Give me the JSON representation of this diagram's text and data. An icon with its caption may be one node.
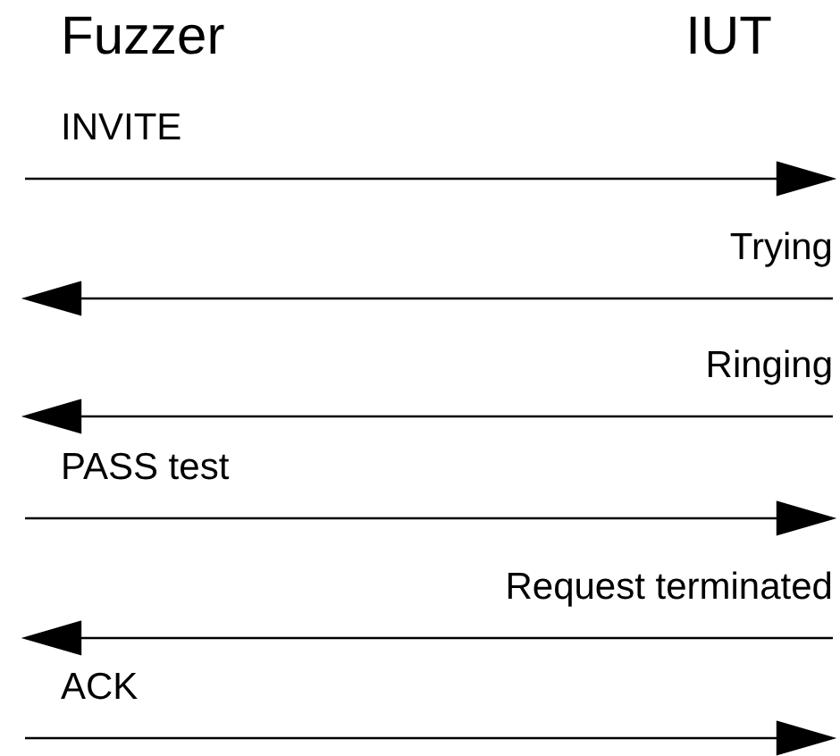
{
  "diagram": {
    "labels": [
      "Fuzzer",
      "IUT",
      "INVITE",
      "Trying",
      "Ringing",
      "PASS test",
      "Request terminated",
      "ACK"
    ]
  }
}
